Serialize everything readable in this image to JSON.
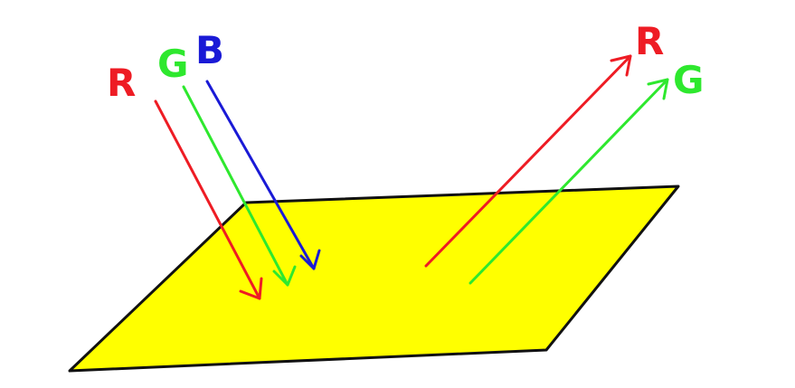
{
  "colors": {
    "surface_fill": "#ffff00",
    "surface_outline": "#111111",
    "red": "#ee1c24",
    "green": "#2ee82e",
    "blue": "#1a1ad6"
  },
  "incoming_labels": {
    "red": "R",
    "green": "G",
    "blue": "B"
  },
  "reflected_labels": {
    "red": "R",
    "green": "G"
  }
}
